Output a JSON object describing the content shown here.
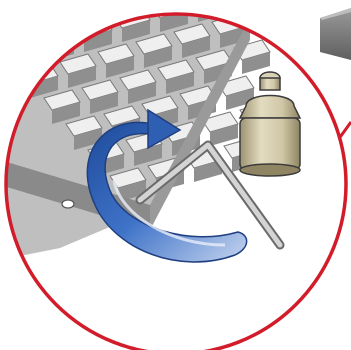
{
  "illustration": {
    "subject": [
      "detail-circle",
      "scale-grate",
      "rotation-arrow",
      "allen-key",
      "test-weight",
      "scale-housing-corner",
      "detail-pointer-line"
    ]
  },
  "colors": {
    "circle_border": "#d21c2a",
    "arrow_blue": "#2f5fb3",
    "arrow_light": "#c9d7ef",
    "grate_gray": "#a8a8a8",
    "grate_dark": "#6e6e6e",
    "weight_body": "#cfc7a6",
    "weight_shadow": "#8f8563",
    "key_steel": "#b9b9b9",
    "housing_gray": "#7d7d7d"
  }
}
